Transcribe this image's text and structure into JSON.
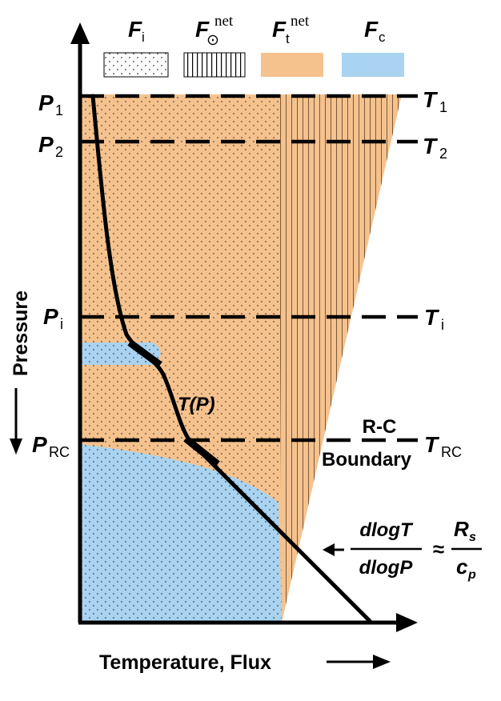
{
  "legend": {
    "items": [
      {
        "symbol": "F",
        "subscript": "i",
        "superscript": "",
        "pattern": "dots"
      },
      {
        "symbol": "F",
        "subscript": "⊙",
        "superscript": "net",
        "pattern": "vertical-stripes"
      },
      {
        "symbol": "F",
        "subscript": "t",
        "superscript": "net",
        "pattern": "solid",
        "color": "#f5c28e"
      },
      {
        "symbol": "F",
        "subscript": "c",
        "superscript": "",
        "pattern": "solid",
        "color": "#a9d3f0"
      }
    ]
  },
  "axes": {
    "y_label": "Pressure",
    "x_label": "Temperature, Flux"
  },
  "levels": [
    {
      "p_symbol": "P",
      "p_sub": "1",
      "t_symbol": "T",
      "t_sub": "1"
    },
    {
      "p_symbol": "P",
      "p_sub": "2",
      "t_symbol": "T",
      "t_sub": "2"
    },
    {
      "p_symbol": "P",
      "p_sub": "i",
      "t_symbol": "T",
      "t_sub": "i"
    },
    {
      "p_symbol": "P",
      "p_sub": "RC",
      "t_symbol": "T",
      "t_sub": "RC"
    }
  ],
  "annotations": {
    "profile_label": "T(P)",
    "boundary_line1": "R-C",
    "boundary_line2": "Boundary",
    "formula": {
      "num_left": "dlogT",
      "den_left": "dlogP",
      "approx": "≈",
      "num_right": "R",
      "num_right_sub": "s",
      "den_right": "c",
      "den_right_sub": "p"
    }
  },
  "colors": {
    "thermal_flux": "#f5c28e",
    "convective_flux": "#a9d3f0",
    "stripe": "#7a5a3a",
    "line": "#000000"
  }
}
